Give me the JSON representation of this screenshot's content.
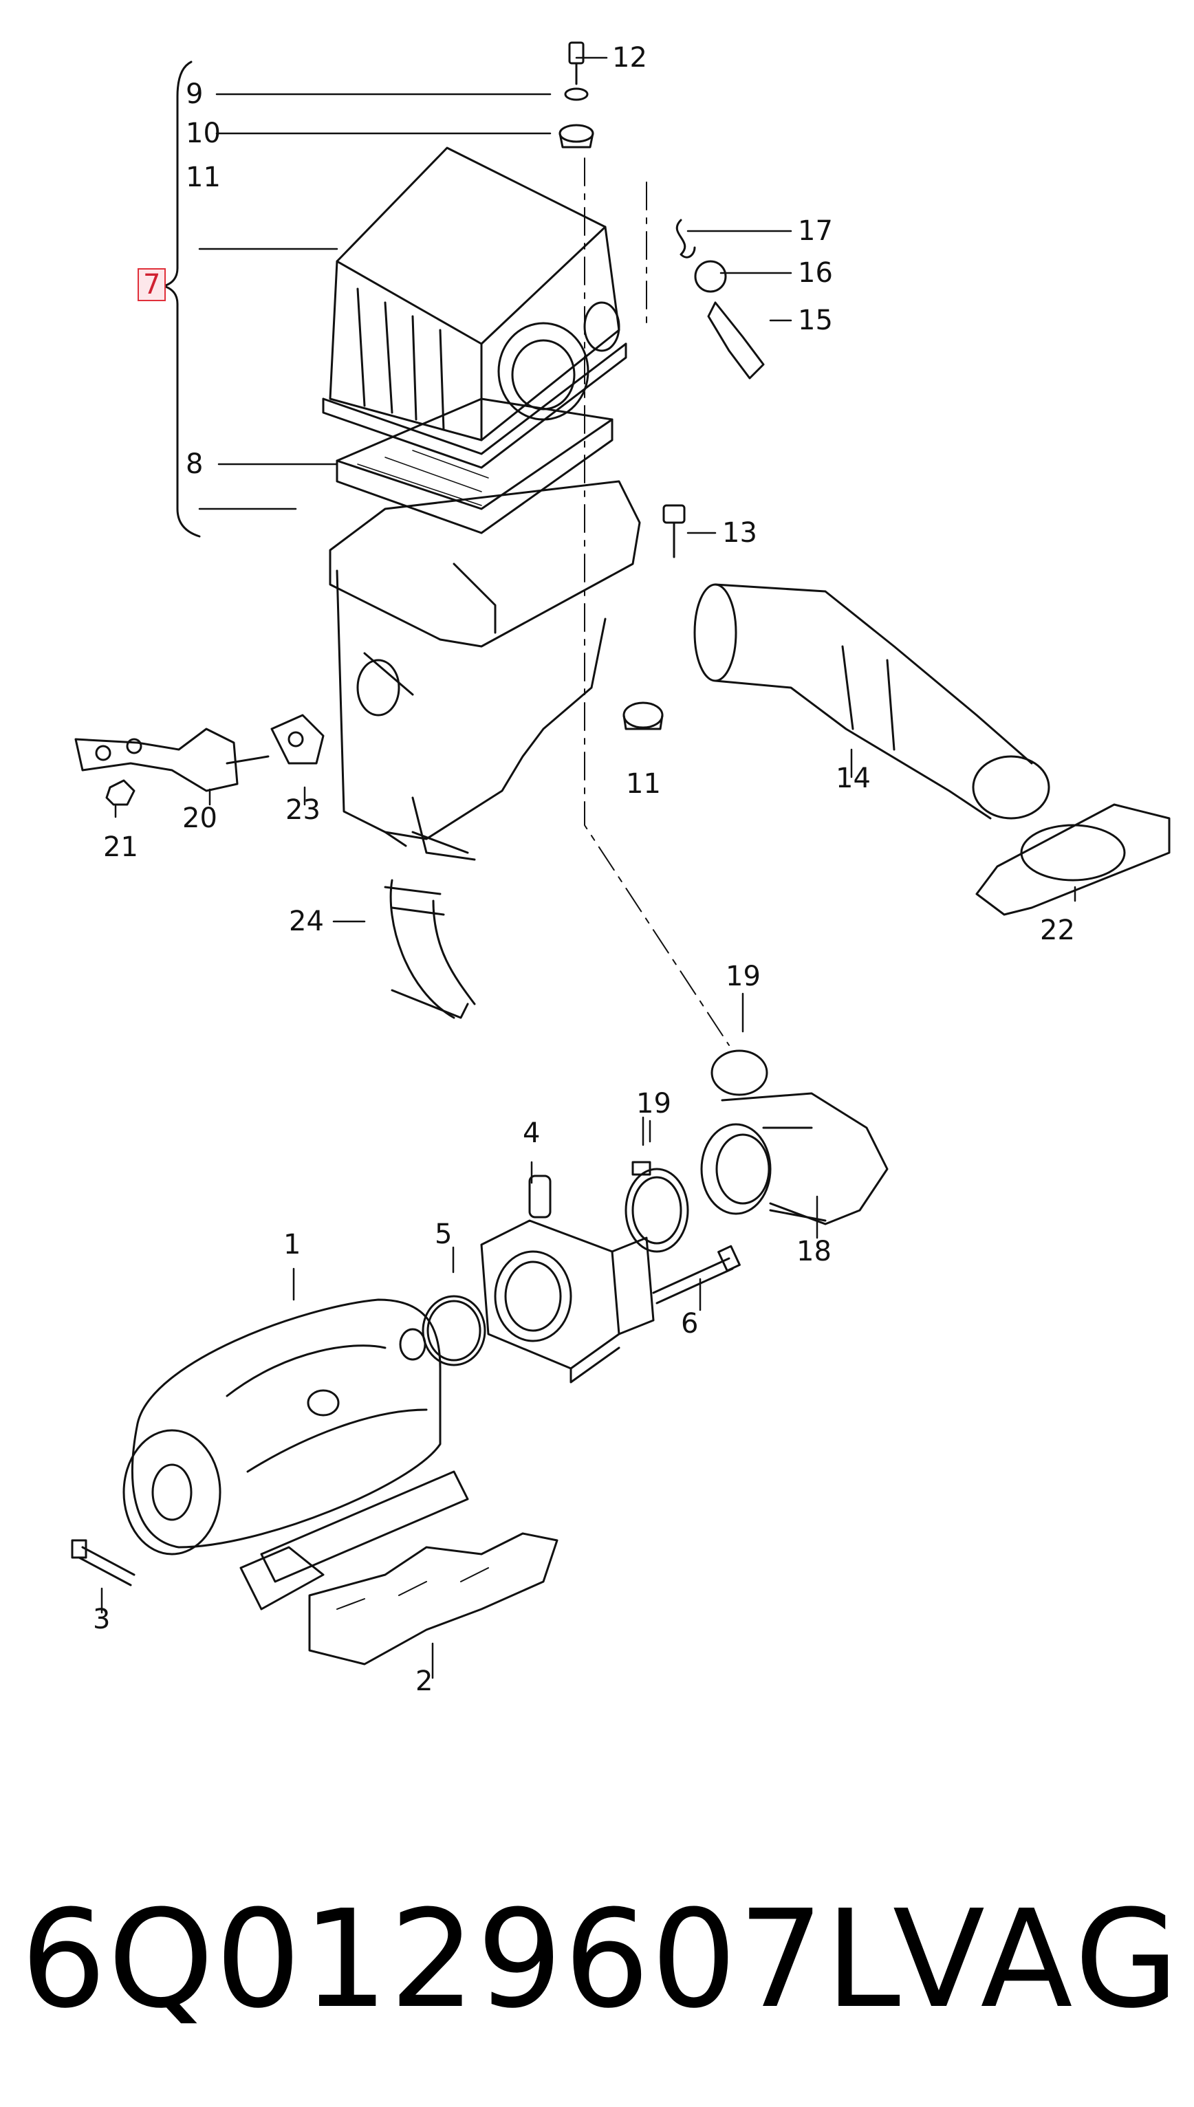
{
  "diagram": {
    "callouts": [
      {
        "id": "12",
        "text": "12"
      },
      {
        "id": "9",
        "text": "9"
      },
      {
        "id": "10",
        "text": "10"
      },
      {
        "id": "11a",
        "text": "11"
      },
      {
        "id": "7",
        "text": "7",
        "highlighted": true
      },
      {
        "id": "17",
        "text": "17"
      },
      {
        "id": "16",
        "text": "16"
      },
      {
        "id": "15",
        "text": "15"
      },
      {
        "id": "8",
        "text": "8"
      },
      {
        "id": "13",
        "text": "13"
      },
      {
        "id": "11b",
        "text": "11"
      },
      {
        "id": "14",
        "text": "14"
      },
      {
        "id": "20",
        "text": "20"
      },
      {
        "id": "23",
        "text": "23"
      },
      {
        "id": "21",
        "text": "21"
      },
      {
        "id": "22",
        "text": "22"
      },
      {
        "id": "24",
        "text": "24"
      },
      {
        "id": "19a",
        "text": "19"
      },
      {
        "id": "19b",
        "text": "19"
      },
      {
        "id": "4",
        "text": "4"
      },
      {
        "id": "5",
        "text": "5"
      },
      {
        "id": "18",
        "text": "18"
      },
      {
        "id": "6",
        "text": "6"
      },
      {
        "id": "1",
        "text": "1"
      },
      {
        "id": "3",
        "text": "3"
      },
      {
        "id": "2",
        "text": "2"
      }
    ],
    "colors": {
      "line": "#111111",
      "highlight_border": "#e0303a",
      "highlight_fill": "#fde7ea"
    }
  },
  "footer": {
    "part_number": "6Q0129607L",
    "brand": "VAG"
  }
}
